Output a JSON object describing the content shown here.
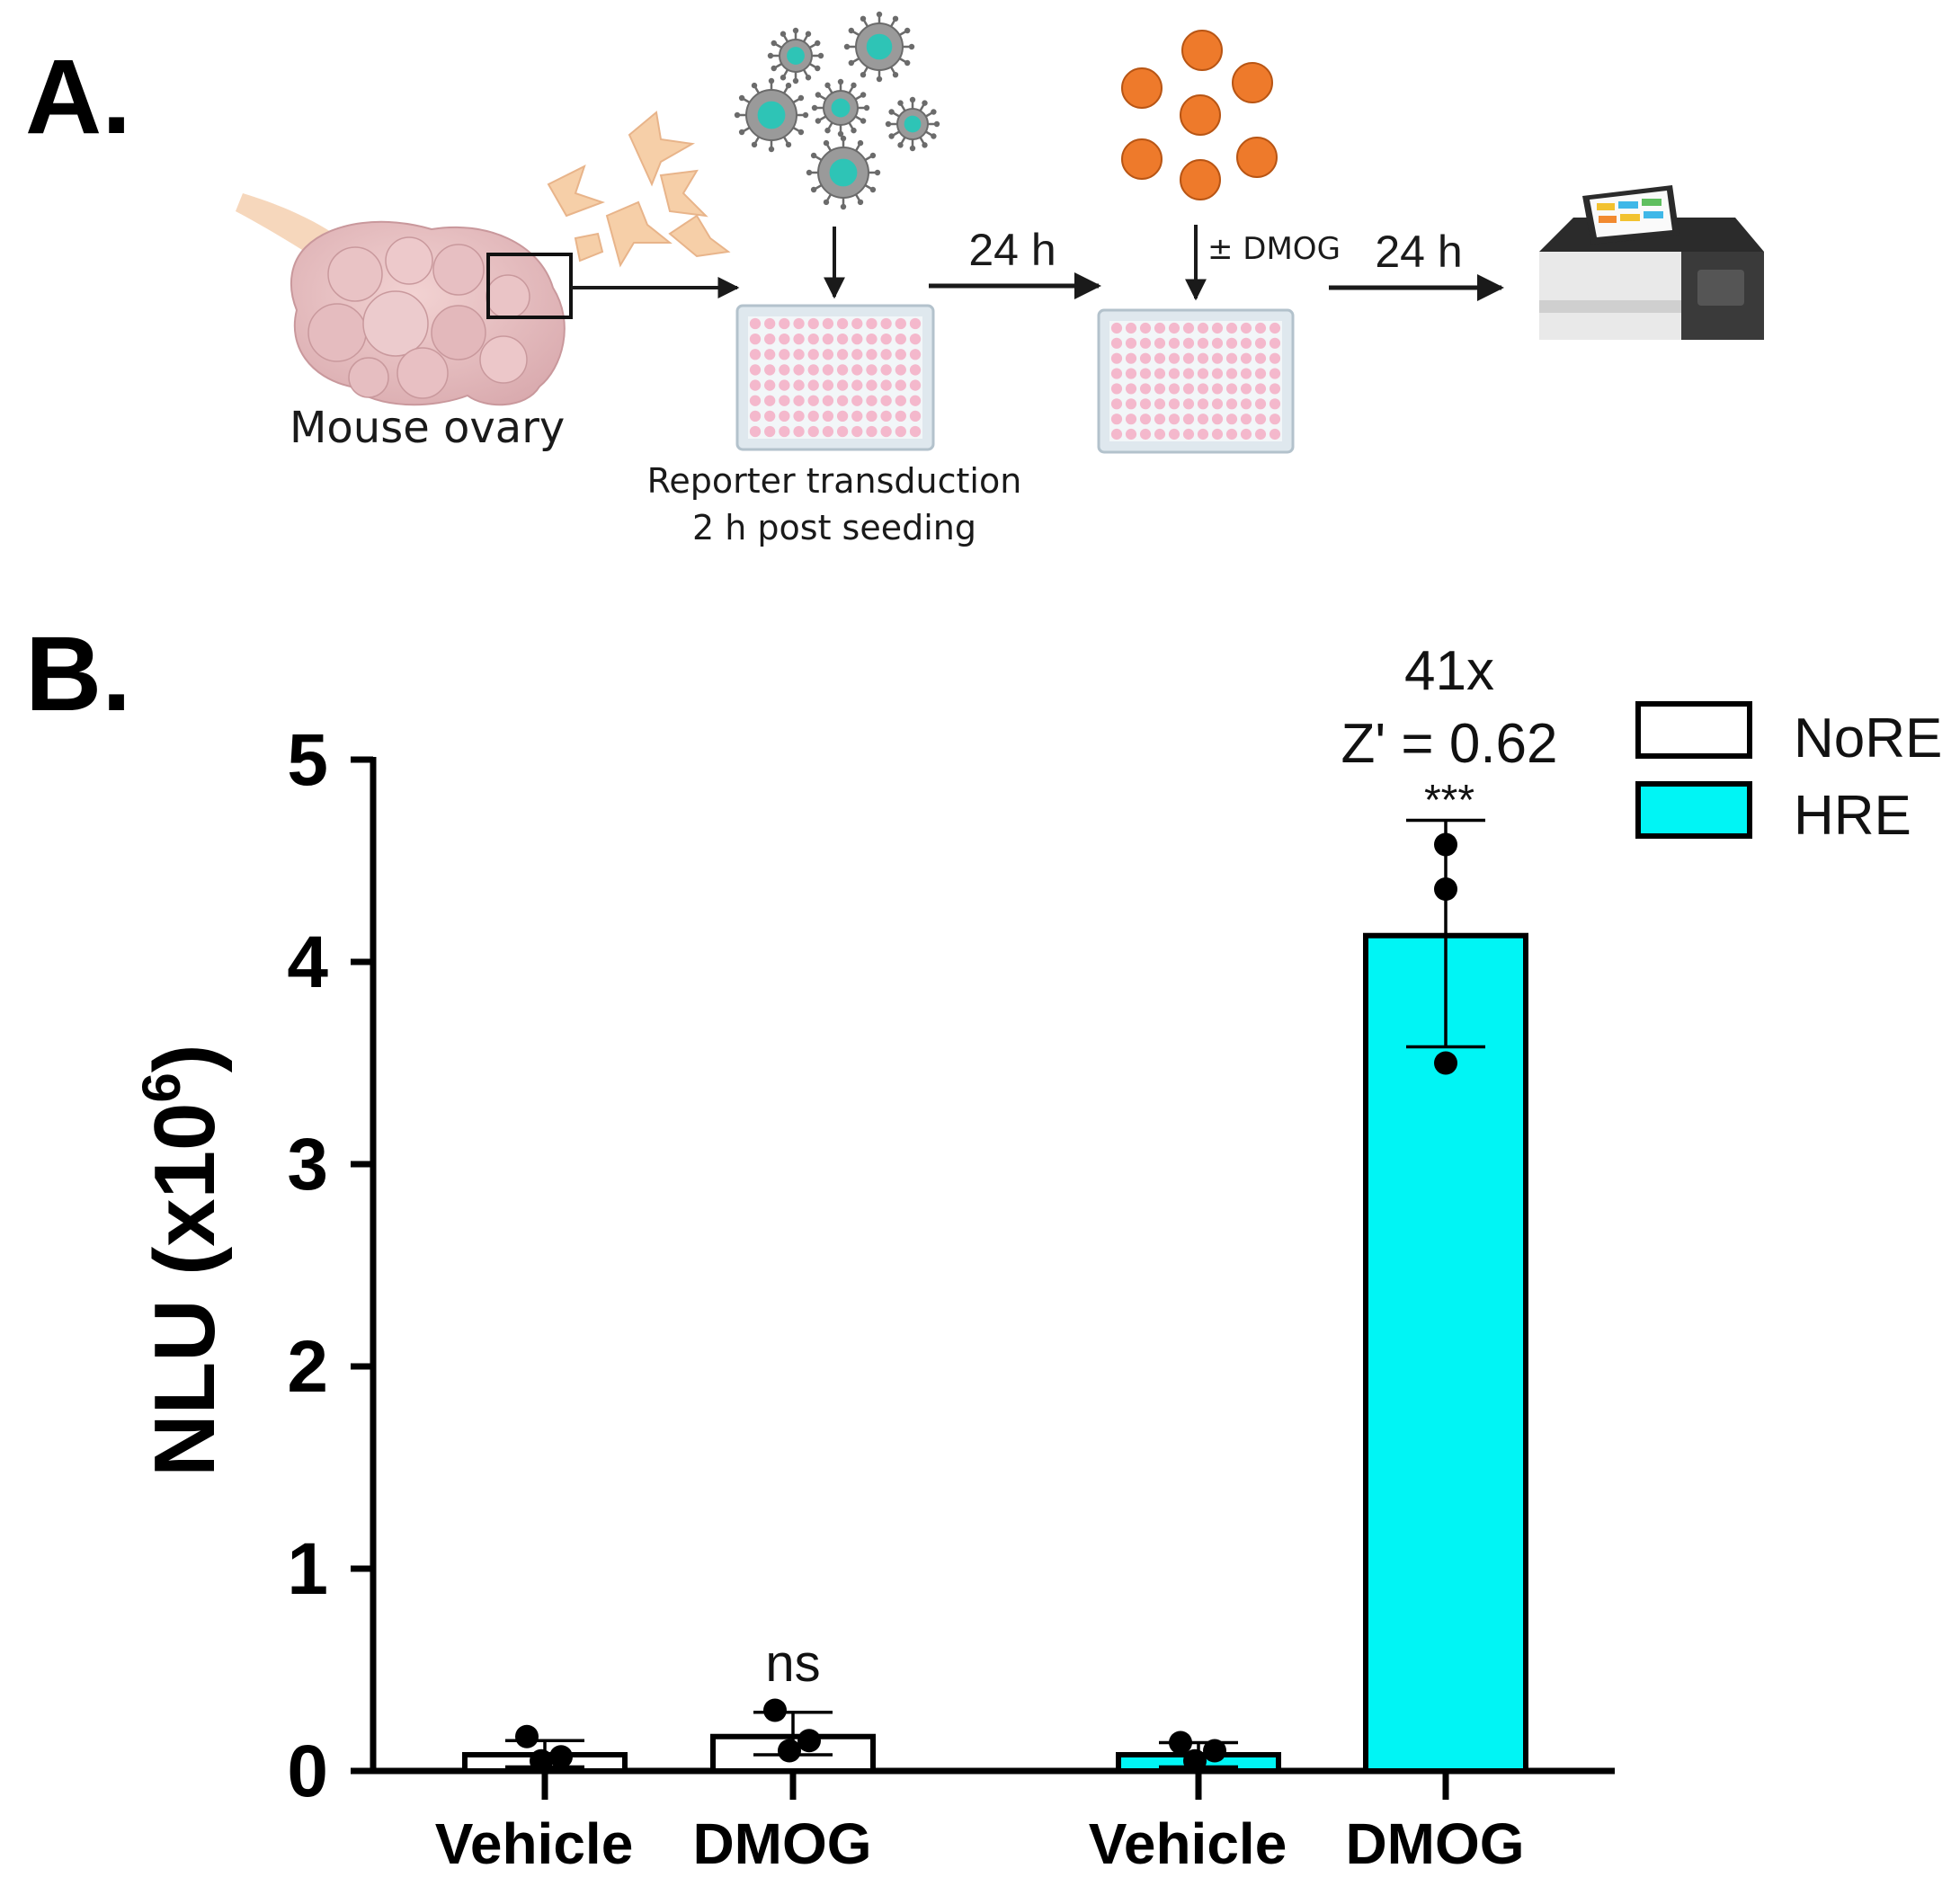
{
  "panel_a": {
    "letter": "A.",
    "ovary_label": "Mouse ovary",
    "transduction_label_line1": "Reporter transduction",
    "transduction_label_line2": "2 h post seeding",
    "step1_time": "24 h",
    "treatment_label": "± DMOG",
    "step2_time": "24 h",
    "colors": {
      "virus": "#2ec4b6",
      "drug": "#ee7a2b",
      "plate_well": "#f4b8cc",
      "ovary": "#e8c2c2",
      "cells": "#f6cfa8"
    },
    "icons": [
      "ovary-icon",
      "cells-icon",
      "virus-icon",
      "drug-molecule-icon",
      "well-plate-icon",
      "plate-reader-icon"
    ]
  },
  "panel_b": {
    "letter": "B.",
    "annotation_fold": "41x",
    "annotation_z": "Z' = 0.62",
    "annotation_sig": "***",
    "annotation_ns": "ns",
    "legend": [
      {
        "label": "NoRE",
        "color": "#ffffff"
      },
      {
        "label": "HRE",
        "color": "#00f5f5"
      }
    ]
  },
  "chart_data": {
    "type": "bar",
    "title": "",
    "xlabel": "",
    "ylabel": "NLU (x10",
    "ylabel_sup": "6",
    "ylabel_close": ")",
    "ylim": [
      0,
      5
    ],
    "yticks": [
      "0",
      "1",
      "2",
      "3",
      "4",
      "5"
    ],
    "grid": false,
    "legend_position": "top-right",
    "bars": [
      {
        "category": "Vehicle",
        "series": "NoRE",
        "value": 0.08,
        "err_low": 0.02,
        "err_high": 0.15,
        "points": [
          0.17,
          0.07,
          0.05
        ]
      },
      {
        "category": "DMOG",
        "series": "NoRE",
        "value": 0.17,
        "err_low": 0.08,
        "err_high": 0.29,
        "points": [
          0.3,
          0.15,
          0.1
        ]
      },
      {
        "category": "Vehicle",
        "series": "HRE",
        "value": 0.08,
        "err_low": 0.02,
        "err_high": 0.14,
        "points": [
          0.14,
          0.1,
          0.05
        ]
      },
      {
        "category": "DMOG",
        "series": "HRE",
        "value": 4.13,
        "err_low": 3.58,
        "err_high": 4.7,
        "points": [
          4.58,
          4.36,
          3.5
        ]
      }
    ]
  }
}
